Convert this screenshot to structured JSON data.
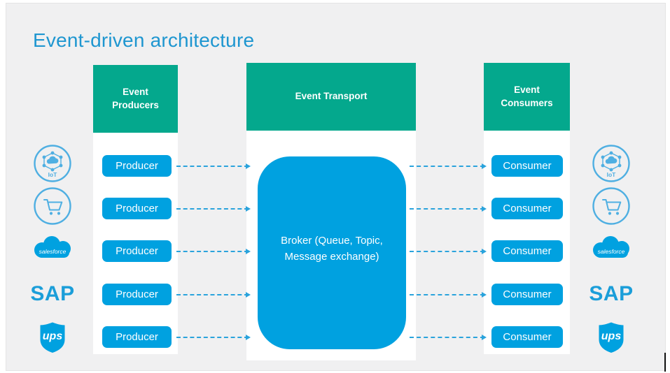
{
  "title": "Event-driven architecture",
  "colors": {
    "azure": "#00A1E0",
    "teal_green": "#04A88D",
    "title_blue": "#1E96D0",
    "icon_outline_blue": "#4FAFE2",
    "slide_background": "#F0F0F1"
  },
  "producers": {
    "header_line1": "Event",
    "header_line2": "Producers",
    "items": [
      "Producer",
      "Producer",
      "Producer",
      "Producer",
      "Producer"
    ]
  },
  "transport": {
    "header": "Event Transport",
    "broker_line1": "Broker (Queue, Topic,",
    "broker_line2": "Message exchange)"
  },
  "consumers": {
    "header_line1": "Event",
    "header_line2": "Consumers",
    "items": [
      "Consumer",
      "Consumer",
      "Consumer",
      "Consumer",
      "Consumer"
    ]
  },
  "logos": {
    "iot": "IoT",
    "salesforce": "salesforce",
    "sap": "SAP",
    "ups": "ups"
  }
}
